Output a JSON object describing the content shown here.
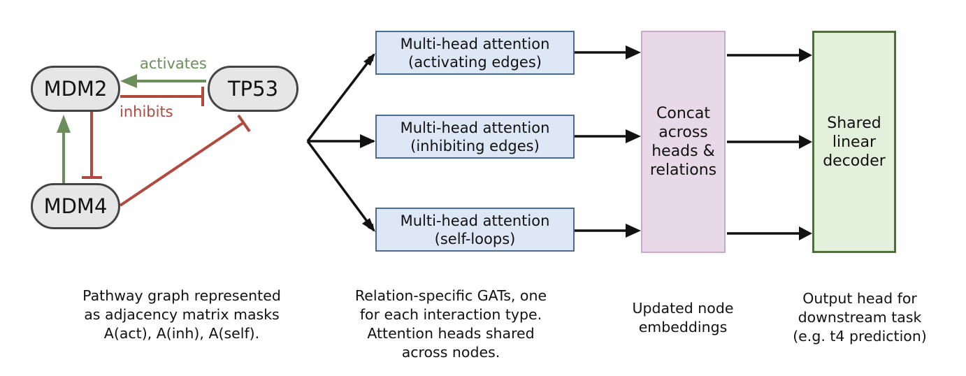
{
  "graph": {
    "nodes": [
      {
        "id": "MDM2",
        "label": "MDM2"
      },
      {
        "id": "TP53",
        "label": "TP53"
      },
      {
        "id": "MDM4",
        "label": "MDM4"
      }
    ],
    "edges": [
      {
        "from": "TP53",
        "to": "MDM2",
        "type": "activates"
      },
      {
        "from": "MDM2",
        "to": "TP53",
        "type": "inhibits"
      },
      {
        "from": "MDM4",
        "to": "MDM2",
        "type": "activates"
      },
      {
        "from": "MDM2",
        "to": "MDM4",
        "type": "inhibits"
      },
      {
        "from": "MDM4",
        "to": "TP53",
        "type": "inhibits"
      }
    ],
    "edge_labels": {
      "activates": "activates",
      "inhibits": "inhibits"
    },
    "colors": {
      "activates": "#6b8e5a",
      "inhibits": "#b04a3f"
    }
  },
  "attention_blocks": [
    {
      "line1": "Multi-head attention",
      "line2": "(activating edges)"
    },
    {
      "line1": "Multi-head attention",
      "line2": "(inhibiting edges)"
    },
    {
      "line1": "Multi-head attention",
      "line2": "(self-loops)"
    }
  ],
  "concat_block": {
    "lines": [
      "Concat",
      "across",
      "heads &",
      "relations"
    ]
  },
  "decoder_block": {
    "lines": [
      "Shared",
      "linear",
      "decoder"
    ]
  },
  "captions": {
    "graph": [
      "Pathway graph represented",
      "as adjacency matrix masks",
      "A(act), A(inh), A(self)."
    ],
    "gats": [
      "Relation-specific GATs, one",
      "for each interaction type.",
      "Attention heads shared",
      "across nodes."
    ],
    "embeddings": [
      "Updated node",
      "embeddings"
    ],
    "output": [
      "Output head for",
      "downstream task",
      "(e.g. t4 prediction)"
    ]
  }
}
